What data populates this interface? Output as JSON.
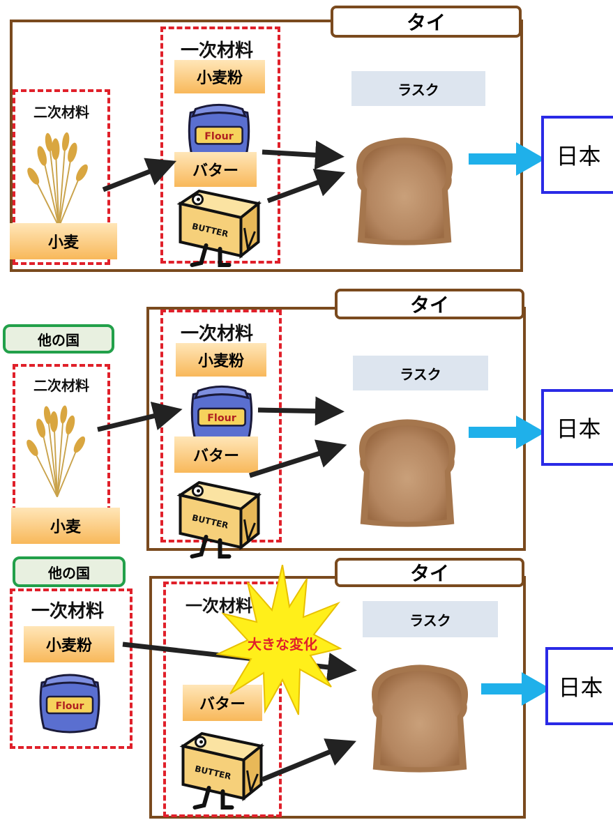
{
  "labels": {
    "country": "タイ",
    "other_country": "他の国",
    "primary_material": "一次材料",
    "secondary_material": "二次材料",
    "flour": "小麦粉",
    "butter": "バター",
    "wheat": "小麦",
    "rusk": "ラスク",
    "destination": "日本",
    "big_change": "大きな変化",
    "flour_bag_text": "Flour",
    "butter_box_text": "BUTTER"
  },
  "colors": {
    "country_border": "#7a4a1e",
    "material_dashed": "#e0202a",
    "destination_border": "#2a2ae6",
    "export_arrow": "#1fb0ea",
    "other_country_border": "#22a04a",
    "burst": "#ffef1a",
    "burst_text": "#e0202a"
  },
  "icons": [
    "wheat-icon",
    "flour-bag-icon",
    "butter-box-icon",
    "bread-icon",
    "starburst-icon"
  ]
}
